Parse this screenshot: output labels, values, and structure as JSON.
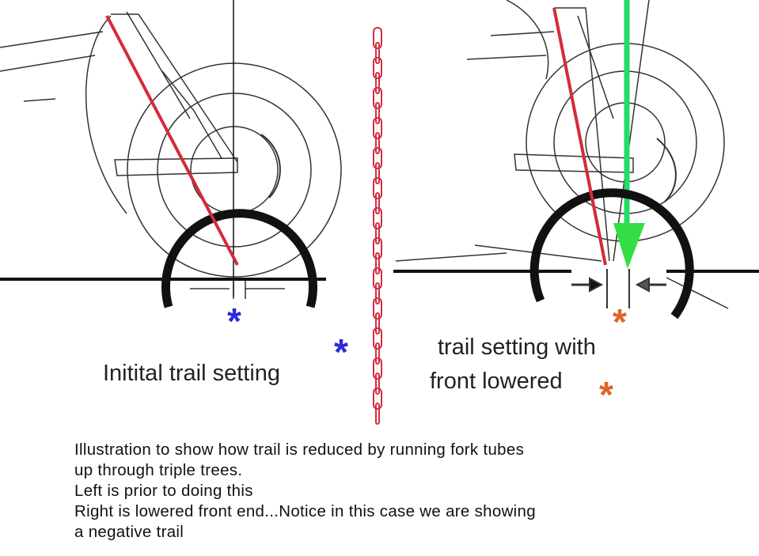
{
  "left_panel": {
    "label": "Initital trail setting",
    "marker_color": "#2a2ad8"
  },
  "right_panel": {
    "label_line1": "trail setting with",
    "label_line2": "front lowered",
    "marker_color": "#e0632a"
  },
  "marker_symbol": "*",
  "caption": [
    "Illustration to show how trail is reduced by running  fork tubes",
    "up through triple trees.",
    "Left is prior to doing this",
    "Right is lowered front end...Notice in this case we are showing",
    "a negative trail"
  ],
  "colors": {
    "steering_axis": "#d42b3a",
    "vertical_reference": "#22dd66",
    "chain": "#d03040"
  }
}
